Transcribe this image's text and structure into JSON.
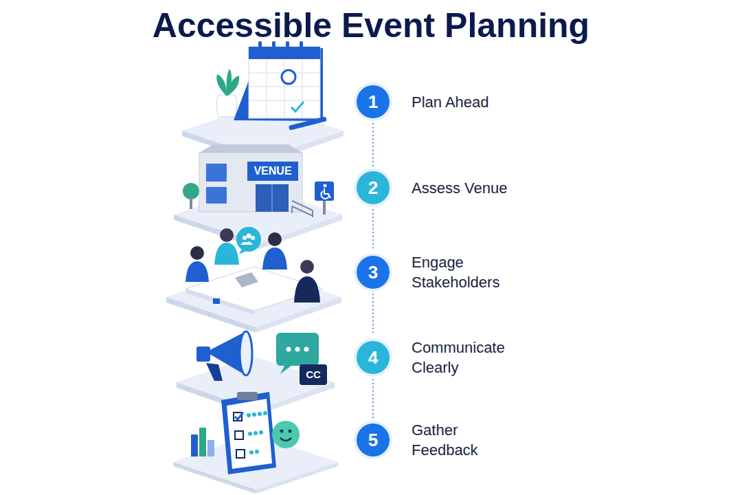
{
  "diagram": {
    "title": "Accessible Event Planning",
    "nodes": [
      {
        "text": [
          "1",
          "Plan Ahead"
        ]
      },
      {
        "text": [
          "2",
          "Assess Venue"
        ]
      },
      {
        "text": [
          "3",
          "Engage Stakeholders"
        ]
      },
      {
        "text": [
          "4",
          "Communicate Clearly"
        ]
      },
      {
        "text": [
          "5",
          "Gather Feedback"
        ]
      }
    ],
    "edges": [
      {
        "from": 0,
        "to": 1,
        "arrow": "none"
      },
      {
        "from": 1,
        "to": 2,
        "arrow": "none"
      },
      {
        "from": 2,
        "to": 3,
        "arrow": "none"
      },
      {
        "from": 3,
        "to": 4,
        "arrow": "none"
      }
    ],
    "labels": [
      "VENUE",
      "CC"
    ]
  }
}
